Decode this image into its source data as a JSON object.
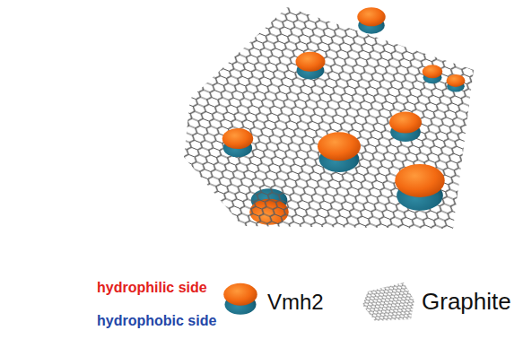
{
  "diagram": {
    "legend": [
      {
        "text": "hydrophilic side"
      },
      {
        "text": "hydrophobic side"
      },
      {
        "text": "Vmh2"
      },
      {
        "text": "Graphite"
      }
    ]
  }
}
